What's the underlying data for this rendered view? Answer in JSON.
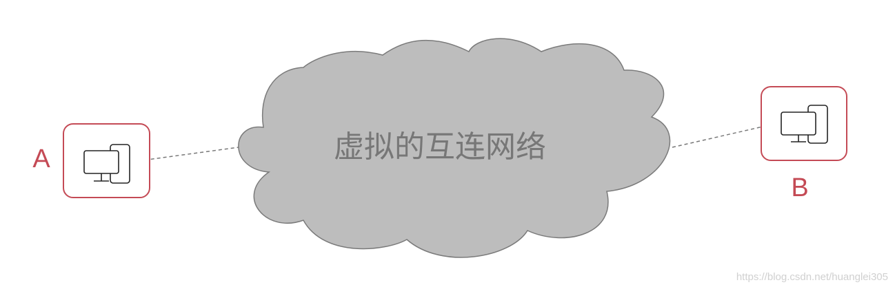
{
  "diagram": {
    "cloud_label": "虚拟的互连网络",
    "node_a_label": "A",
    "node_b_label": "B",
    "node_icon": "desktop-computer-icon",
    "colors": {
      "node_border": "#c44a55",
      "node_label": "#c44a55",
      "cloud_fill": "#bdbdbd",
      "cloud_stroke": "#7a7a7a",
      "connection_line": "#777777"
    }
  },
  "watermark": "https://blog.csdn.net/huanglei305"
}
